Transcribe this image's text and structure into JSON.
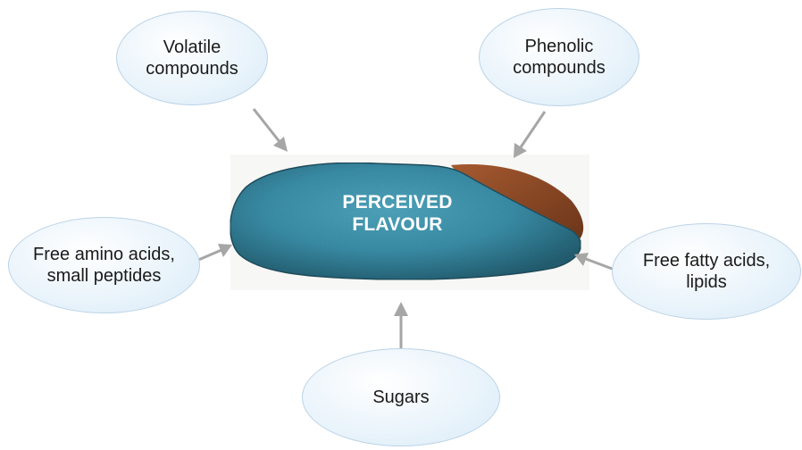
{
  "center": {
    "label": "PERCEIVED\nFLAVOUR"
  },
  "nodes": {
    "volatile": "Volatile\ncompounds",
    "phenolic": "Phenolic\ncompounds",
    "amino": "Free amino acids,\nsmall peptides",
    "fatty": "Free fatty acids,\nlipids",
    "sugars": "Sugars"
  },
  "colors": {
    "bubble_fill": "#e6f2fb",
    "bubble_border": "#bcd3e6",
    "arrow": "#a6a6a6",
    "bean_blue": "#3a8fa8",
    "bean_brown": "#8a4a28"
  }
}
